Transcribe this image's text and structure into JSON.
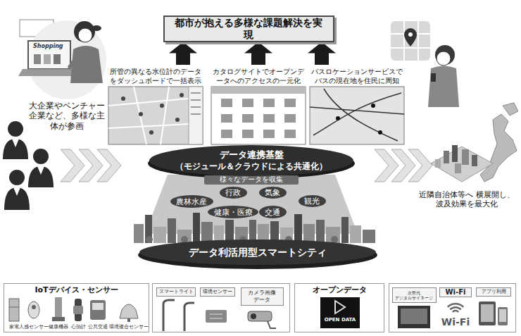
{
  "diagram": {
    "nodes": [
      {
        "text": [
          "都市が抱える多様な課題解決を実現"
        ]
      },
      {
        "text": [
          "所管の異なる水位計のデータをダッシュボードで一括表示"
        ]
      },
      {
        "text": [
          "カタログサイトでオープンデータへのアクセスの一元化"
        ]
      },
      {
        "text": [
          "バスロケーションサービスでバスの現在地を住民に周知"
        ]
      },
      {
        "text": [
          "データ連携基盤",
          "（モジュール＆クラウドによる共通化）"
        ]
      },
      {
        "text": [
          "行政"
        ]
      },
      {
        "text": [
          "気象"
        ]
      },
      {
        "text": [
          "農林水産"
        ]
      },
      {
        "text": [
          "観光"
        ]
      },
      {
        "text": [
          "健康・医療"
        ]
      },
      {
        "text": [
          "交通"
        ]
      },
      {
        "text": [
          "データ利活用型スマートシティ"
        ]
      },
      {
        "text": [
          "IoTデバイス・センサー"
        ]
      },
      {
        "text": [
          "スマートライト"
        ]
      },
      {
        "text": [
          "環境センサー"
        ]
      },
      {
        "text": [
          "カメラ画像 データ"
        ]
      },
      {
        "text": [
          "オープンデータ"
        ]
      },
      {
        "text": [
          "次世代 デジタルサイネージ"
        ]
      },
      {
        "text": [
          "Wi-Fi"
        ]
      },
      {
        "text": [
          "アプリ利用"
        ]
      }
    ],
    "edges": [
      {
        "from": 1,
        "to": 0,
        "arrow": "to"
      },
      {
        "from": 2,
        "to": 0,
        "arrow": "to"
      },
      {
        "from": 3,
        "to": 0,
        "arrow": "to"
      }
    ],
    "labels": [
      "Shopping",
      "大企業やベンチャー企業など、多様な主体が参画",
      "近隣自治体等へ 横展開し、波及効果を最大化",
      "様々なデータを収集",
      "家電",
      "人感センサー",
      "健康機器",
      "心拍計",
      "公共交通",
      "環境複合センサー",
      "OPEN DATA",
      "Wi-Fi"
    ]
  }
}
